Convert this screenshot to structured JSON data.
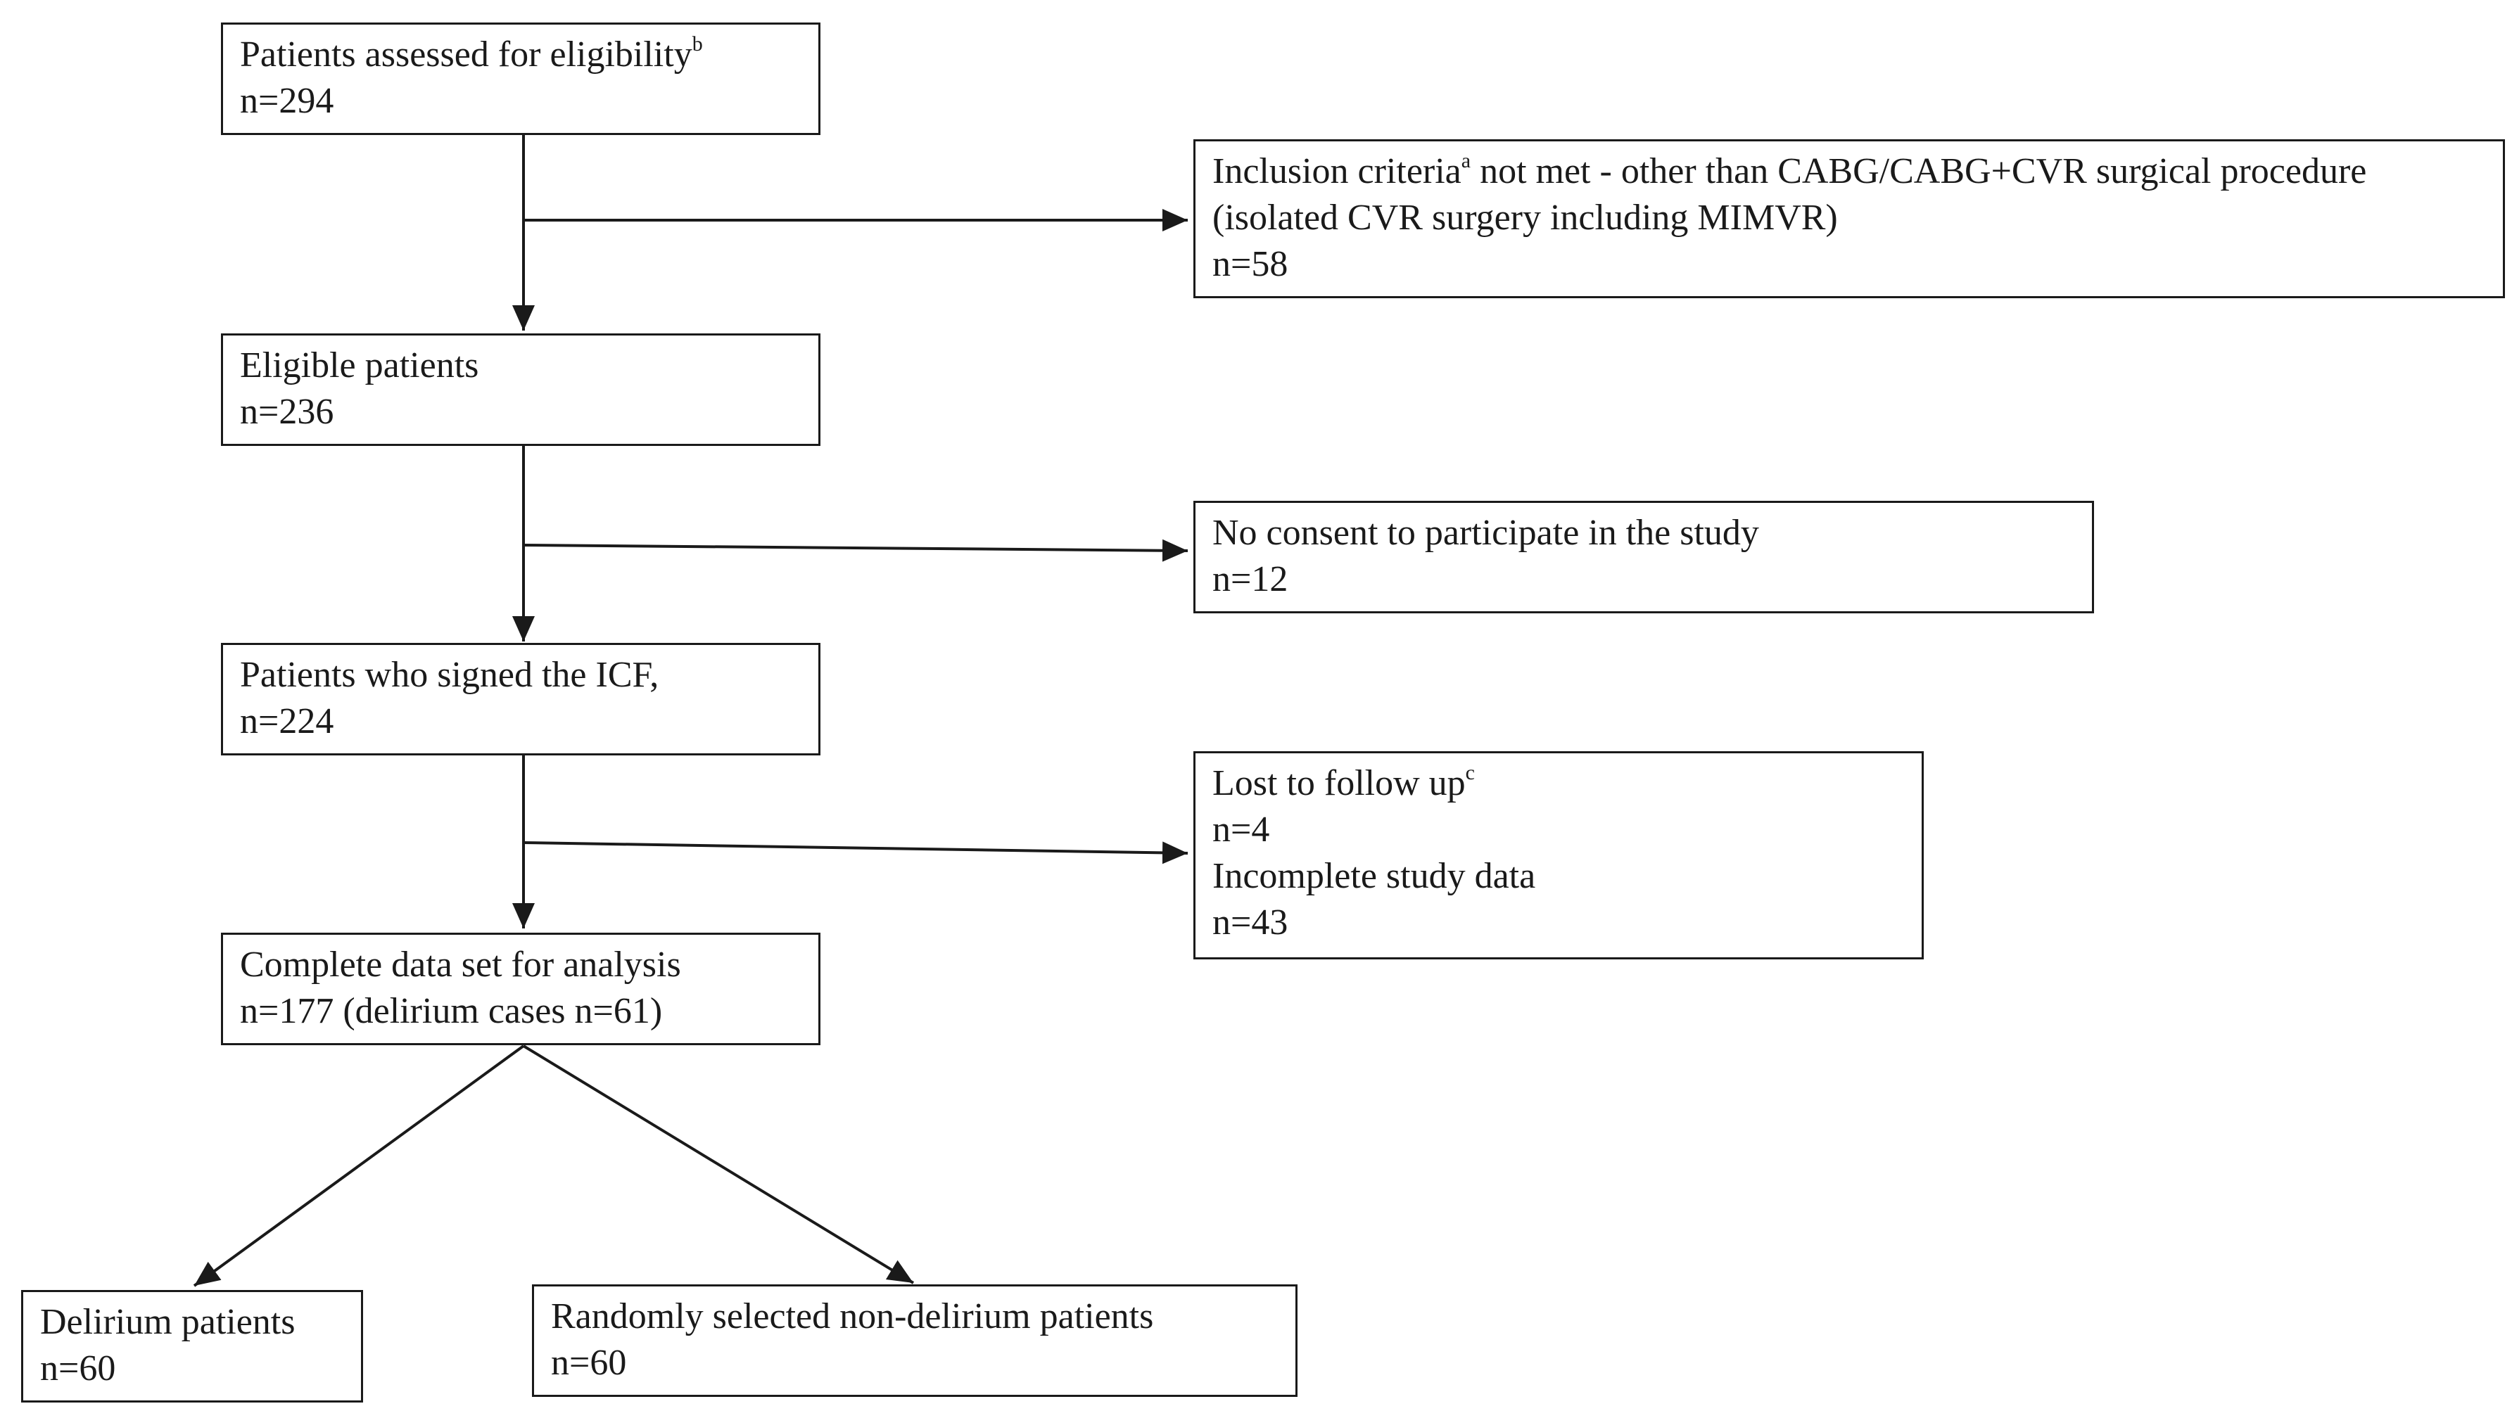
{
  "boxes": {
    "assessed": {
      "label": "Patients assessed for eligibility",
      "superscript": "b",
      "count": "n=294"
    },
    "excluded_inclusion": {
      "label_part1": "Inclusion criteria",
      "superscript": "a",
      "label_part2": " not met - other than CABG/CABG+CVR surgical procedure (isolated CVR surgery including MIMVR)",
      "count": "n=58"
    },
    "eligible": {
      "label": "Eligible patients",
      "count": "n=236"
    },
    "no_consent": {
      "label": "No consent to participate in the study",
      "count": "n=12"
    },
    "signed_icf": {
      "label": "Patients who signed the ICF,",
      "count": "n=224"
    },
    "lost_incomplete": {
      "label_lost": "Lost to follow up",
      "superscript": "c",
      "count_lost": "n=4",
      "label_incomplete": "Incomplete study data",
      "count_incomplete": "n=43"
    },
    "complete": {
      "label": "Complete data set for analysis",
      "count": "n=177 (delirium cases n=61)"
    },
    "delirium": {
      "label": "Delirium patients",
      "count": "n=60"
    },
    "non_delirium": {
      "label": "Randomly selected non-delirium patients",
      "count": "n=60"
    }
  },
  "colors": {
    "stroke": "#1a1a1a",
    "background": "#ffffff"
  }
}
